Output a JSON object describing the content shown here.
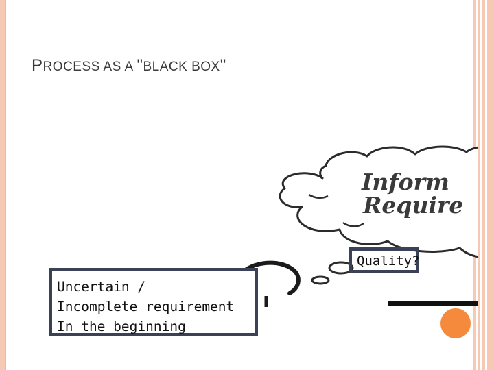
{
  "slide": {
    "title_parts": [
      {
        "text": "P",
        "size": "big"
      },
      {
        "text": "ROCESS AS A ",
        "size": "small"
      },
      {
        "text": "\"",
        "size": "big"
      },
      {
        "text": "BLACK BOX",
        "size": "small"
      },
      {
        "text": "\"",
        "size": "big"
      }
    ]
  },
  "cloud": {
    "line1": "Inform",
    "line2": "Require"
  },
  "callouts": {
    "quality": "Quality?",
    "left_lines": [
      "Uncertain /",
      "Incomplete requirement",
      "In the beginning"
    ]
  },
  "colors": {
    "border_accent": "#f6c9b4",
    "callout_border": "#3b4256",
    "orange_circle": "#f58a3d",
    "title_text": "#3a3a3a"
  }
}
